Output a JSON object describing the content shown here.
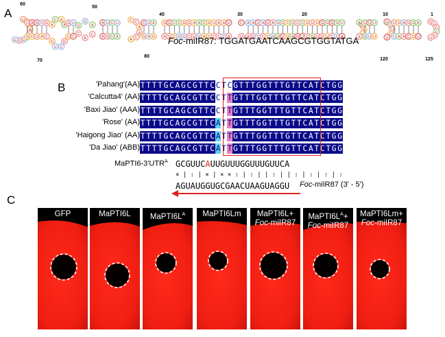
{
  "panel_a": {
    "label": "A",
    "mirna_name": "Foc",
    "mirna_suffix": "-miIR87: TGGATGAATCAAGCGTGGTATGA",
    "position_numbers": [
      "60",
      "50",
      "40",
      "30",
      "20",
      "10",
      "1",
      "70",
      "80",
      "120",
      "125"
    ]
  },
  "panel_b": {
    "label": "B",
    "cultivars": [
      "'Pahang'(AA)",
      "'Calcutta4' (AA)",
      "'Baxi Jiao' (AAA)",
      "'Rose' (AA)",
      "'Haigong Jiao' (AA)",
      "'Da Jiao' (ABB)"
    ],
    "alignment": [
      "TTTTGCAGCGTTCCTCGTTTGGTTTGTTCATCTGG",
      "TTTTGCAGCGTTCCTTGTTTGGTTTGTTCATCTGG",
      "TTTTGCAGCGTTCCTTGTTTGGTTTGTTCATCTGG",
      "TTTTGCAGCGTTCATTGTTTGGTTTGTTCATCTGG",
      "TTTTGCAGCGTTCATTGTTTGGTTTGTTCATCTGG",
      "TTTTGCAGCGTTCATTGTTTGGTTTGTTCATCTGG"
    ],
    "utr_label": "MaPTI6-3'UTR",
    "utr_superscript": "A",
    "utr_seq_a": "GCGUUC",
    "utr_seq_mut": "A",
    "utr_seq_b": "UUGUUUGGUUUGUUCA",
    "pairing": "× | : | × | × × : | : | | : | | : | : | : | :",
    "mir_seq": "AGUAUGGUGCGAACUAAGUAGGU",
    "mir_name": "Foc",
    "mir_label": "-miIR87 (3' - 5')"
  },
  "panel_c": {
    "label": "C",
    "leaves": [
      {
        "l1": "GFP",
        "l1sup": "",
        "l2": ""
      },
      {
        "l1": "MaPTI6L",
        "l1sup": "",
        "l2": ""
      },
      {
        "l1": "MaPTI6L",
        "l1sup": "A",
        "l2": ""
      },
      {
        "l1": "MaPTI6Lm",
        "l1sup": "",
        "l2": ""
      },
      {
        "l1": "MaPTI6L+",
        "l1sup": "",
        "l2": "-miIR87"
      },
      {
        "l1": "MaPTI6L",
        "l1sup": "A",
        "l1b": "+",
        "l2": "-miIR87"
      },
      {
        "l1": "MaPTI6Lm+",
        "l1sup": "",
        "l2": "-miIR87"
      }
    ],
    "foc": "Foc"
  }
}
